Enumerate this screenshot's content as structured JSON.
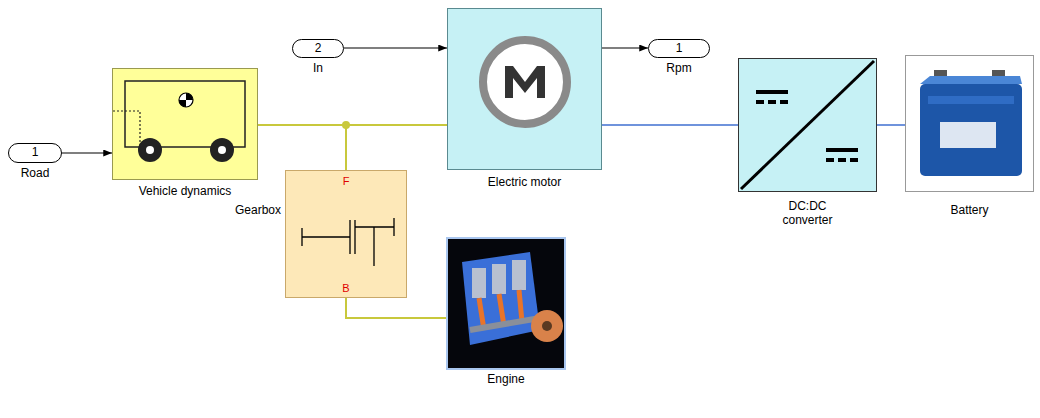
{
  "diagram": {
    "nodes": [
      {
        "text": [
          "1",
          "Road"
        ]
      },
      {
        "text": [
          "Vehicle dynamics"
        ]
      },
      {
        "text": [
          "2",
          "In"
        ]
      },
      {
        "text": [
          "Electric motor"
        ]
      },
      {
        "text": [
          "1",
          "Rpm"
        ]
      },
      {
        "text": [
          "DC:DC converter"
        ]
      },
      {
        "text": [
          "Battery"
        ]
      },
      {
        "text": [
          "Gearbox",
          "F",
          "B"
        ]
      },
      {
        "text": [
          "Engine"
        ]
      }
    ],
    "edges": [
      {
        "from": 0,
        "to": 1,
        "arrow": "to"
      },
      {
        "from": 2,
        "to": 3,
        "arrow": "to"
      },
      {
        "from": 3,
        "to": 4,
        "arrow": "to"
      },
      {
        "from": 1,
        "to": 3,
        "arrow": "none"
      },
      {
        "from": 1,
        "to": 7,
        "arrow": "none"
      },
      {
        "from": 7,
        "to": 8,
        "arrow": "none"
      },
      {
        "from": 3,
        "to": 5,
        "arrow": "none"
      },
      {
        "from": 5,
        "to": 6,
        "arrow": "none"
      }
    ]
  }
}
